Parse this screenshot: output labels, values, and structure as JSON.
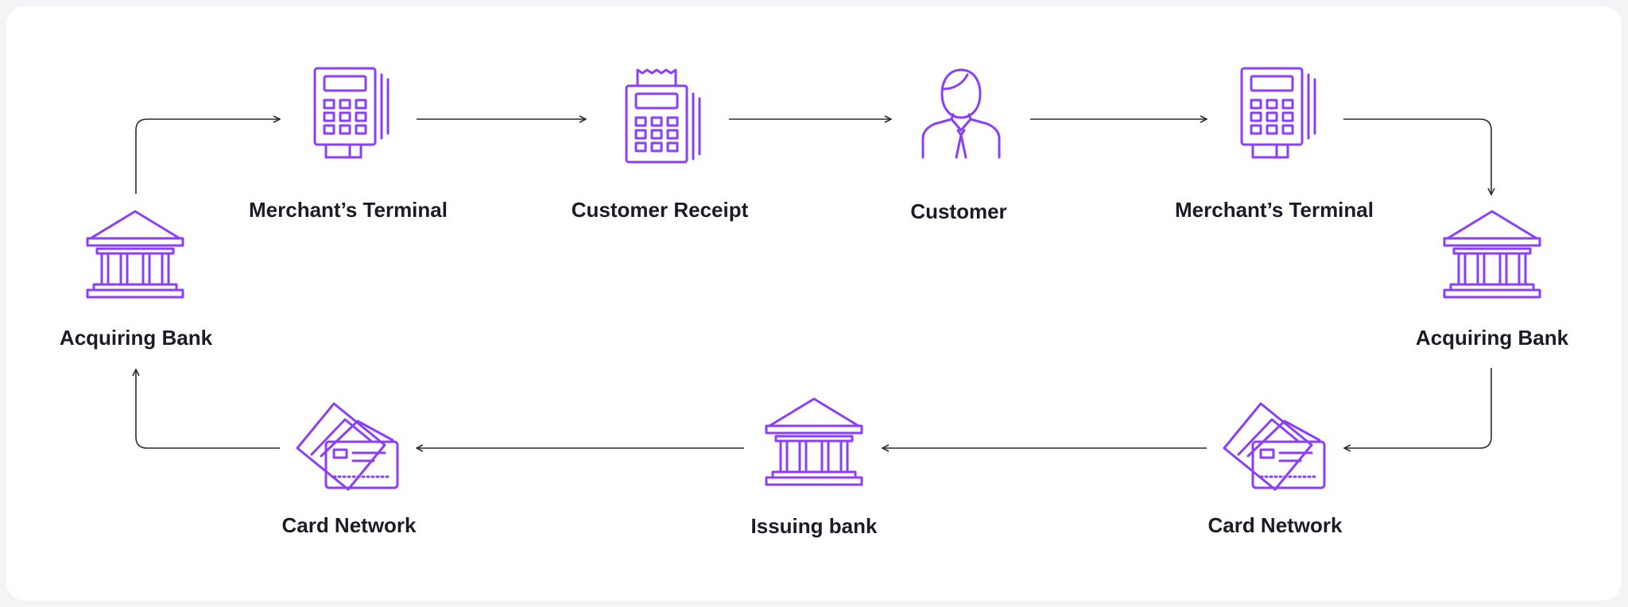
{
  "diagram": {
    "accent_color": "#8a3ffc",
    "nodes": [
      {
        "id": "acquiring-bank-left",
        "label": "Acquiring Bank",
        "icon": "bank-icon"
      },
      {
        "id": "merchant-terminal-1",
        "label": "Merchant’s Terminal",
        "icon": "pos-terminal-icon"
      },
      {
        "id": "customer-receipt",
        "label": "Customer Receipt",
        "icon": "receipt-terminal-icon"
      },
      {
        "id": "customer",
        "label": "Customer",
        "icon": "person-icon"
      },
      {
        "id": "merchant-terminal-2",
        "label": "Merchant’s Terminal",
        "icon": "pos-terminal-icon"
      },
      {
        "id": "acquiring-bank-right",
        "label": "Acquiring Bank",
        "icon": "bank-icon"
      },
      {
        "id": "card-network-right",
        "label": "Card Network",
        "icon": "credit-cards-icon"
      },
      {
        "id": "issuing-bank",
        "label": "Issuing bank",
        "icon": "bank-icon"
      },
      {
        "id": "card-network-left",
        "label": "Card Network",
        "icon": "credit-cards-icon"
      }
    ],
    "edges": [
      {
        "from": "acquiring-bank-left",
        "to": "merchant-terminal-1"
      },
      {
        "from": "merchant-terminal-1",
        "to": "customer-receipt"
      },
      {
        "from": "customer-receipt",
        "to": "customer"
      },
      {
        "from": "customer",
        "to": "merchant-terminal-2"
      },
      {
        "from": "merchant-terminal-2",
        "to": "acquiring-bank-right"
      },
      {
        "from": "acquiring-bank-right",
        "to": "card-network-right"
      },
      {
        "from": "card-network-right",
        "to": "issuing-bank"
      },
      {
        "from": "issuing-bank",
        "to": "card-network-left"
      },
      {
        "from": "card-network-left",
        "to": "acquiring-bank-left"
      }
    ]
  }
}
